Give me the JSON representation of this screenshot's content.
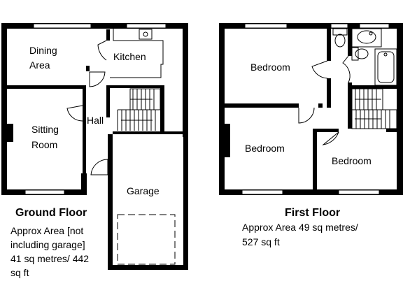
{
  "ground_floor": {
    "title": "Ground Floor",
    "area_lines": [
      "Approx Area [not",
      "including garage]",
      "41 sq metres/ 442",
      "sq ft"
    ],
    "rooms": {
      "dining_1": "Dining",
      "dining_2": "Area",
      "kitchen": "Kitchen",
      "sitting_1": "Sitting",
      "sitting_2": "Room",
      "hall": "Hall",
      "garage": "Garage"
    }
  },
  "first_floor": {
    "title": "First Floor",
    "area_lines": [
      "Approx Area 49 sq metres/",
      "527 sq ft"
    ],
    "rooms": {
      "bedroom_1": "Bedroom",
      "bedroom_2": "Bedroom",
      "bedroom_3": "Bedroom"
    }
  },
  "colors": {
    "wall": "#000000",
    "background": "#ffffff",
    "window": "#ffffff"
  }
}
